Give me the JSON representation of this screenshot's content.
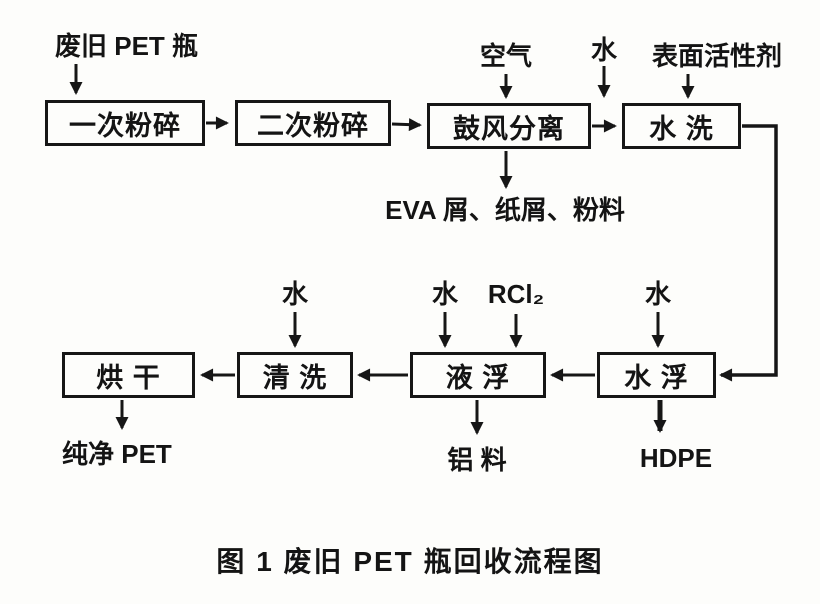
{
  "figure": {
    "caption": "图 1  废旧 PET 瓶回收流程图"
  },
  "boxes": {
    "crush1": "一次粉碎",
    "crush2": "二次粉碎",
    "blower": "鼓风分离",
    "wash": "水 洗",
    "dry": "烘 干",
    "clean": "清 洗",
    "liquid_float": "液 浮",
    "water_float": "水 浮"
  },
  "labels": {
    "waste_pet": "废旧 PET 瓶",
    "air": "空气",
    "water_top": "水",
    "surfactant": "表面活性剂",
    "eva_out": "EVA 屑、纸屑、粉料",
    "water_clean": "水",
    "water_liquid": "水",
    "rcl2": "RCl₂",
    "water_float_in": "水",
    "pure_pet": "纯净 PET",
    "aluminum": "铝 料",
    "hdpe": "HDPE"
  }
}
